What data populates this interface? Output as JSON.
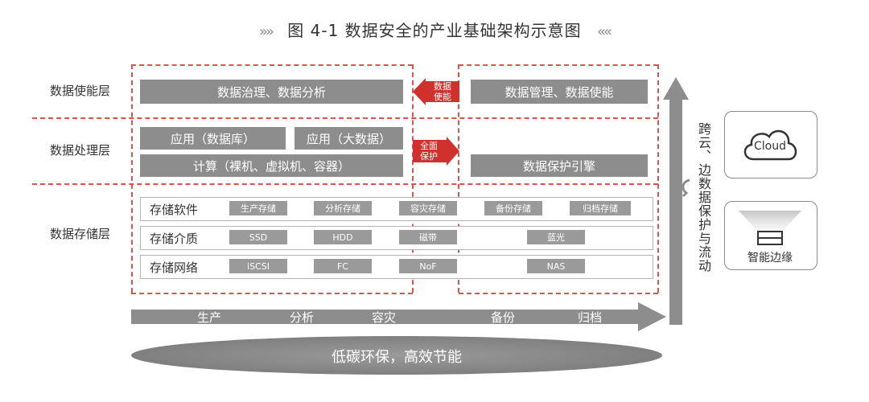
{
  "title": "图 4-1 数据安全的产业基础架构示意图",
  "title_left_chevrons": "»»",
  "title_right_chevrons": "««",
  "layers": {
    "enable": "数据使能层",
    "process": "数据处理层",
    "storage": "数据存储层"
  },
  "enable_row": {
    "left": "数据治理、数据分析",
    "right": "数据管理、数据使能",
    "arrow": "数据\n使能"
  },
  "process_row": {
    "app_db": "应用（数据库）",
    "app_bigdata": "应用（大数据）",
    "compute": "计算（裸机、虚拟机、容器）",
    "protect_engine": "数据保护引擎",
    "arrow": "全面\n保护"
  },
  "storage_rows": [
    {
      "label": "存储软件",
      "chips": [
        "生产存储",
        "分析存储",
        "容灾存储",
        "备份存储",
        "归档存储"
      ]
    },
    {
      "label": "存储介质",
      "chips": [
        "SSD",
        "HDD",
        "磁带",
        "蓝光"
      ]
    },
    {
      "label": "存储网络",
      "chips": [
        "iSCSI",
        "FC",
        "NoF",
        "NAS"
      ]
    }
  ],
  "flow": [
    "生产",
    "分析",
    "容灾",
    "备份",
    "归档"
  ],
  "vertical_text": "跨云、边数据保护与流动",
  "bottom_ellipse": "低碳环保，高效节能",
  "cloud_label": "Cloud",
  "edge_label": "智能边缘",
  "colors": {
    "red": "#d0312d",
    "gray_box": "#8d8d8d",
    "dash": "#d9534f"
  }
}
